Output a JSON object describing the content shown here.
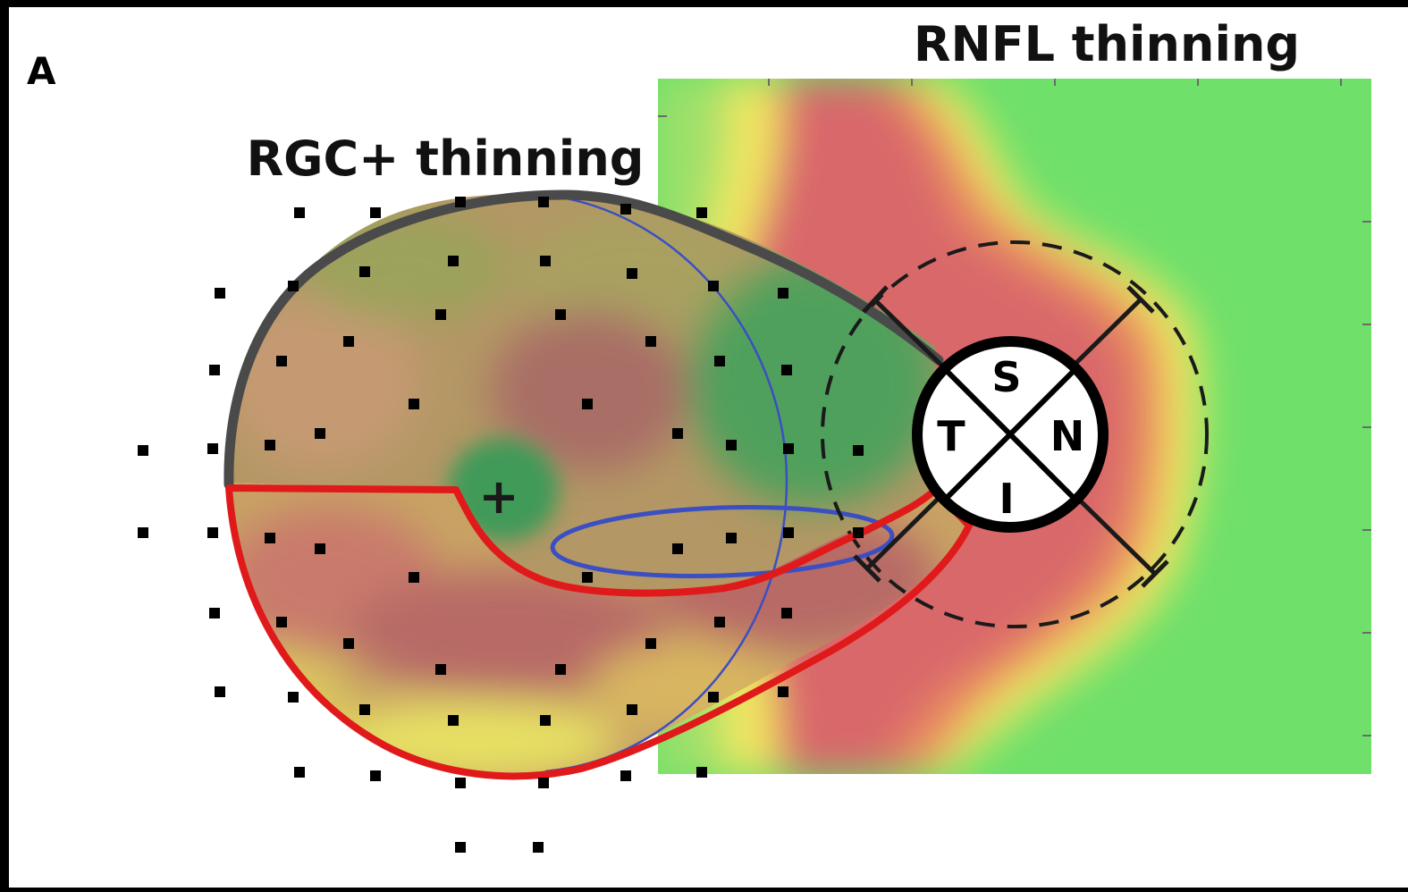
{
  "panel_label": "A",
  "title_rnfl": "RNFL thinning",
  "title_rgc": "RGC+ thinning",
  "center_marker": "+",
  "disc_labels": {
    "superior": "S",
    "temporal": "T",
    "nasal": "N",
    "inferior": "I"
  },
  "colors": {
    "background": "#ffffff",
    "border": "#000000",
    "green_normal": "#6fe06a",
    "yellow_border": "#f2e760",
    "red_thinning": "#d9676b",
    "dark_green_fovea": "#3f9a58",
    "grey_outline": "#4a4a4a",
    "red_outline": "#e01a1a",
    "blue_outline": "#3b4fc2",
    "grid_point": "#000000"
  }
}
